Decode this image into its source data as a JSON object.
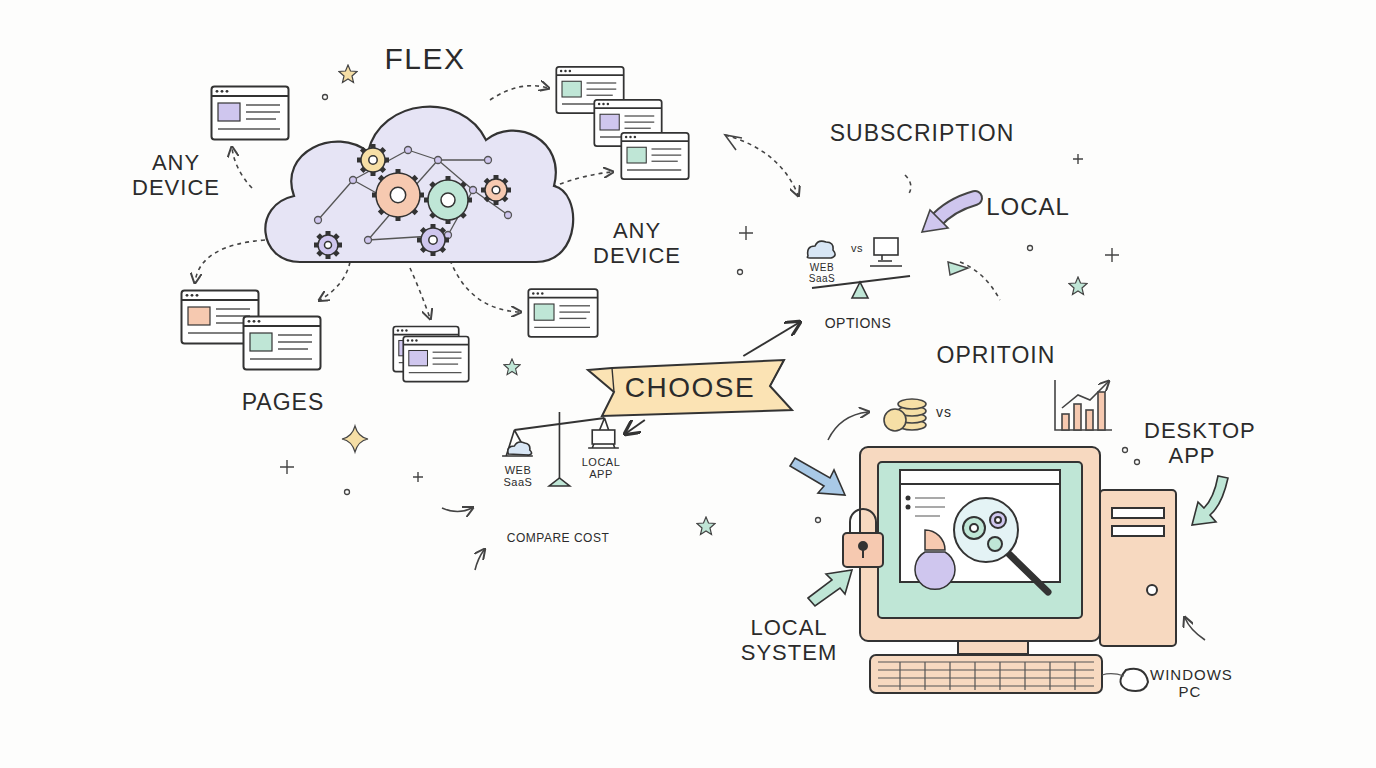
{
  "diagram": {
    "nodes": [
      {
        "text": [
          "FLEX"
        ]
      },
      {
        "text": [
          "WEB SaaS",
          "vs",
          "OPTIONS"
        ]
      },
      {
        "text": [
          "CHOOSE"
        ]
      },
      {
        "text": [
          "WEB SaaS",
          "LOCAL APP",
          "COMPARE COST"
        ]
      }
    ],
    "edges": [
      {
        "from": 2,
        "to": 1,
        "arrow": "to"
      },
      {
        "from": 2,
        "to": 3,
        "arrow": "to"
      }
    ],
    "labels": [
      "ANY DEVICE",
      "SUBSCRIPTION",
      "LOCAL",
      "ANY DEVICE",
      "PAGES",
      "OPRITOIN",
      "vs",
      "DESKTOP APP",
      "LOCAL SYSTEM",
      "WINDOWS PC"
    ]
  }
}
